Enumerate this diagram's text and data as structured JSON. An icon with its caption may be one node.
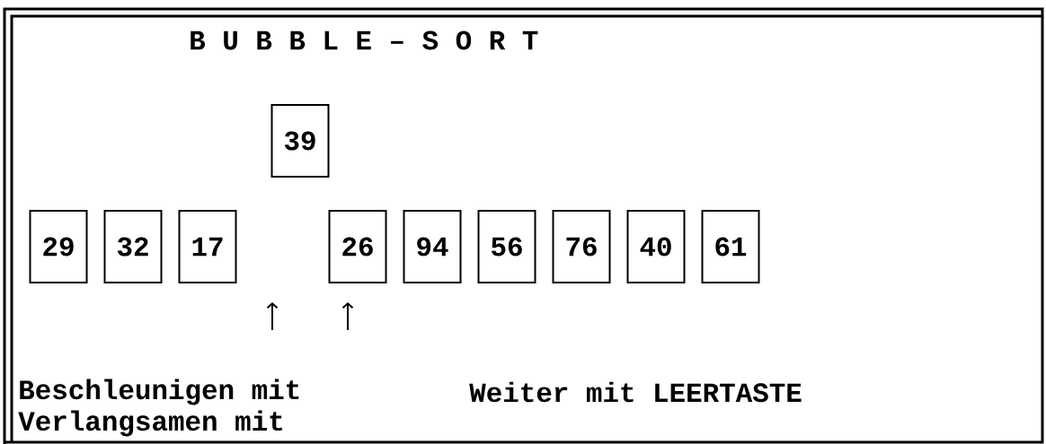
{
  "diagram": {
    "title": "B U B B L E – S O R T",
    "nodes": [
      {
        "text": [
          "39"
        ]
      },
      {
        "text": [
          "29"
        ]
      },
      {
        "text": [
          "32"
        ]
      },
      {
        "text": [
          "17"
        ]
      },
      {
        "text": [
          "26"
        ]
      },
      {
        "text": [
          "94"
        ]
      },
      {
        "text": [
          "56"
        ]
      },
      {
        "text": [
          "76"
        ]
      },
      {
        "text": [
          "40"
        ]
      },
      {
        "text": [
          "61"
        ]
      }
    ],
    "labels": [
      "Beschleunigen mit",
      "Weiter mit LEERTASTE",
      "Verlangsamen  mit"
    ]
  }
}
